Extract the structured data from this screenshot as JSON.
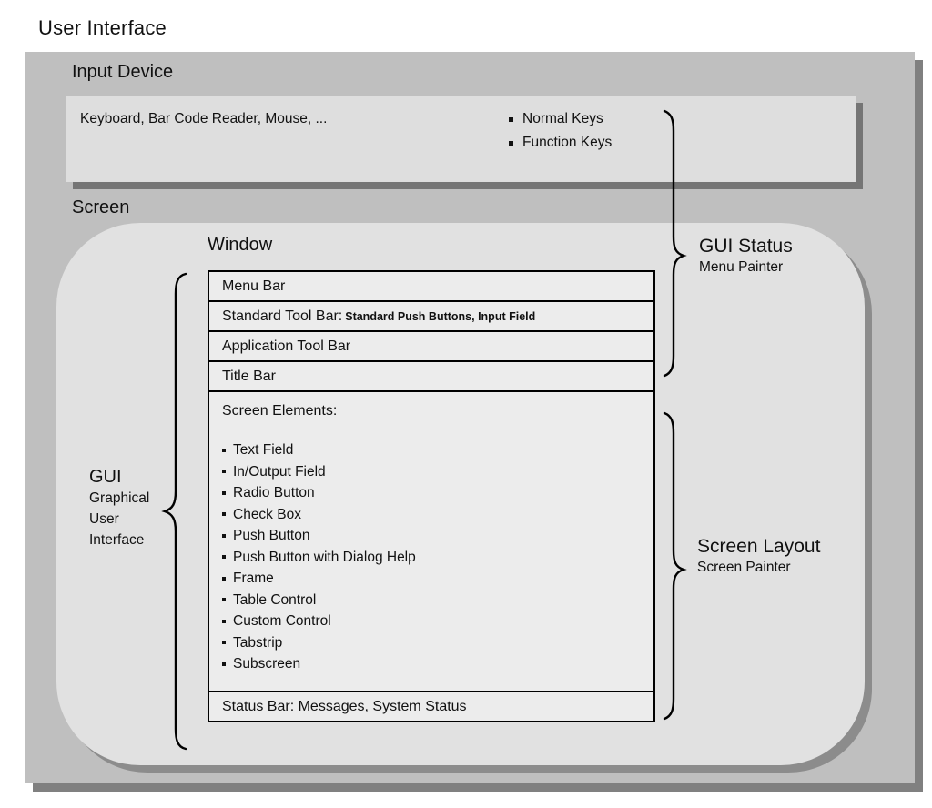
{
  "title": "User Interface",
  "input_device": {
    "heading": "Input Device",
    "devices_text": "Keyboard, Bar Code Reader, Mouse, ...",
    "key_types": [
      "Normal Keys",
      "Function Keys"
    ]
  },
  "screen": {
    "heading": "Screen",
    "gui_label": {
      "big": "GUI",
      "line1": "Graphical",
      "line2": "User",
      "line3": "Interface"
    },
    "window": {
      "heading": "Window",
      "bars": [
        {
          "label": "Menu Bar",
          "detail": ""
        },
        {
          "label": "Standard Tool Bar:",
          "detail": "Standard Push Buttons, Input Field"
        },
        {
          "label": "Application Tool Bar",
          "detail": ""
        },
        {
          "label": "Title Bar",
          "detail": ""
        }
      ],
      "screen_elements": {
        "heading": "Screen Elements:",
        "items": [
          "Text Field",
          "In/Output Field",
          "Radio Button",
          "Check Box",
          "Push Button",
          "Push Button with Dialog Help",
          "Frame",
          "Table Control",
          "Custom Control",
          "Tabstrip",
          "Subscreen"
        ]
      },
      "status_bar": "Status Bar: Messages, System Status"
    }
  },
  "annotations": {
    "gui_status": {
      "big": "GUI Status",
      "small": "Menu Painter"
    },
    "screen_layout": {
      "big": "Screen Layout",
      "small": "Screen Painter"
    }
  },
  "colors": {
    "page_background": "#ffffff",
    "outer_panel": "#bfbfbf",
    "outer_shadow": "#808080",
    "input_box": "#dedede",
    "input_box_shadow": "#757575",
    "screen_panel": "#e1e1e1",
    "screen_panel_shadow": "#8c8c8c",
    "bar_fill": "#ececec",
    "bar_border": "#000000",
    "text": "#111111"
  }
}
